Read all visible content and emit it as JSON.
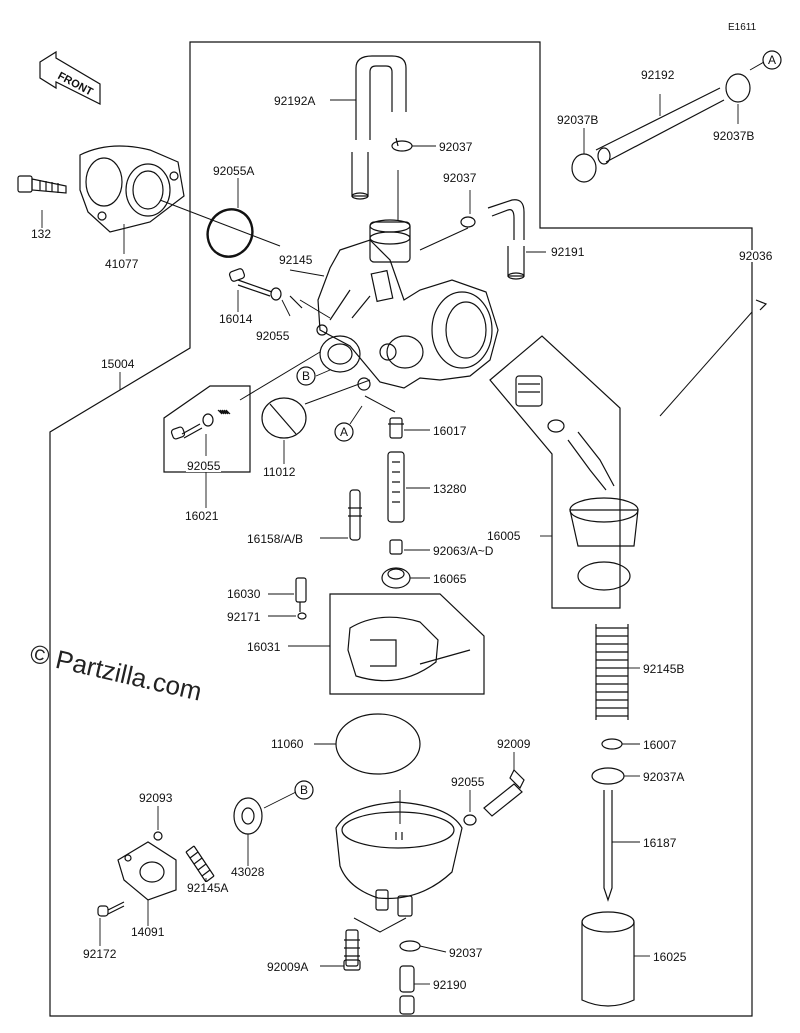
{
  "diagram_code": "E1611",
  "watermark": "© Partzilla.com",
  "front_label": "FRONT",
  "ref_markers": {
    "a": "A",
    "b": "B"
  },
  "parts": {
    "p92192A": "92192A",
    "p92037_top": "92037",
    "p92037_mid": "92037",
    "p92191": "92191",
    "p92055A": "92055A",
    "p132": "132",
    "p41077": "41077",
    "p92145": "92145",
    "p16014": "16014",
    "p92055_a": "92055",
    "p15004": "15004",
    "p92055_b": "92055",
    "p16021": "16021",
    "p11012": "11012",
    "p16017": "16017",
    "p13280": "13280",
    "p16158": "16158/A/B",
    "p92063": "92063/A~D",
    "p16065": "16065",
    "p16030": "16030",
    "p92171": "92171",
    "p16031": "16031",
    "p11060": "11060",
    "p92009": "92009",
    "p92055_c": "92055",
    "p92093": "92093",
    "p43028": "43028",
    "p92145A": "92145A",
    "p14091": "14091",
    "p92172": "92172",
    "p92009A": "92009A",
    "p92037_bot": "92037",
    "p92190": "92190",
    "p92192": "92192",
    "p92037B_l": "92037B",
    "p92037B_r": "92037B",
    "p92036": "92036",
    "p16005": "16005",
    "p92145B": "92145B",
    "p16007": "16007",
    "p92037A": "92037A",
    "p16187": "16187",
    "p16025": "16025"
  }
}
